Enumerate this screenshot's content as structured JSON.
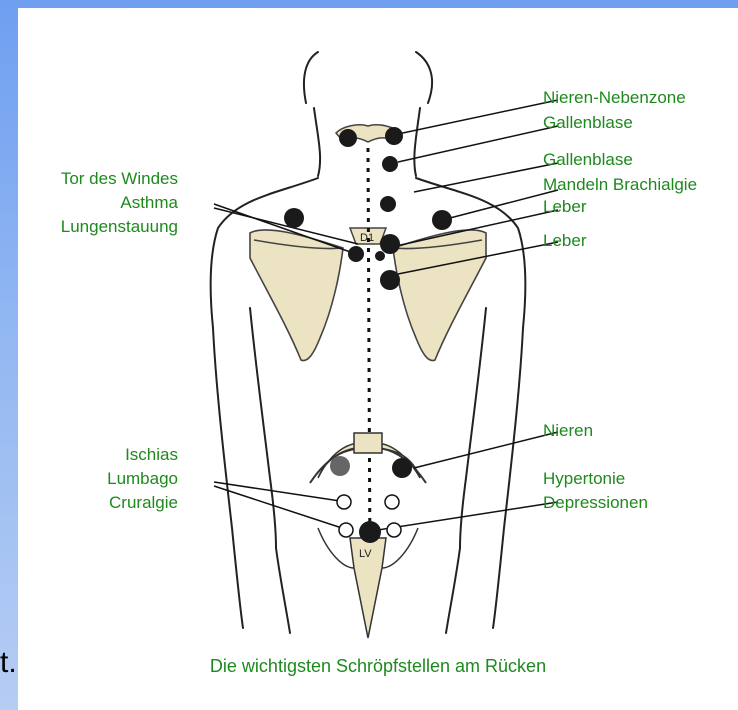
{
  "stray_text": "t.",
  "caption": "Die wichtigsten Schröpfstellen am Rücken",
  "colors": {
    "label_green": "#1e8a1e",
    "bone_fill": "#ebe3c2"
  },
  "labels": {
    "nieren_nebenzone": "Nieren-Nebenzone",
    "gallenblase_1": "Gallenblase",
    "gallenblase_2": "Gallenblase",
    "mandeln_brachialgie": "Mandeln Brachialgie",
    "leber_1": "Leber",
    "leber_2": "Leber",
    "tor_des_windes": "Tor des Windes",
    "asthma": "Asthma",
    "lungenstauung": "Lungenstauung",
    "nieren": "Nieren",
    "hypertonie": "Hypertonie",
    "depressionen": "Depressionen",
    "ischias": "Ischias",
    "lumbago": "Lumbago",
    "cruralgie": "Cruralgie"
  },
  "vertebra_labels": {
    "d1": "D1",
    "lv": "LV"
  }
}
